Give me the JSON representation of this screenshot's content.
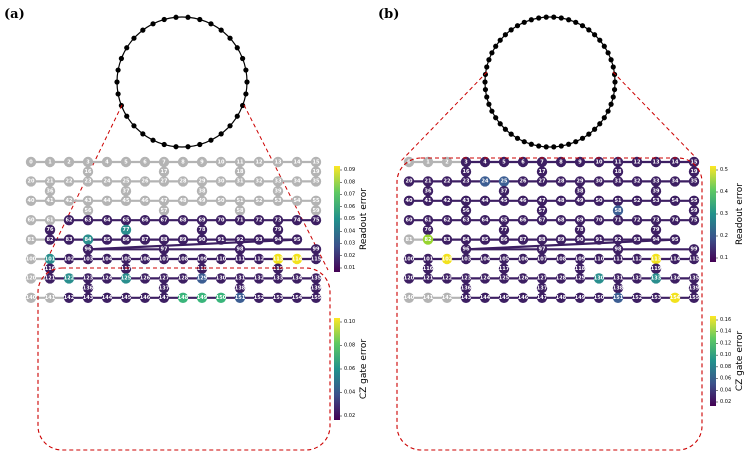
{
  "panels": [
    {
      "label": "(a)",
      "colorbars": [
        {
          "title": "Readout error",
          "ticks": [
            "0.09",
            "0.08",
            "0.07",
            "0.06",
            "0.05",
            "0.04",
            "0.03",
            "0.02",
            "0.01"
          ]
        },
        {
          "title": "CZ gate error",
          "ticks": [
            "0.10",
            "0.08",
            "0.06",
            "0.04",
            "0.02"
          ]
        }
      ]
    },
    {
      "label": "(b)",
      "colorbars": [
        {
          "title": "Readout error",
          "ticks": [
            "0.5",
            "0.4",
            "0.3",
            "0.2",
            "0.1"
          ]
        },
        {
          "title": "CZ gate error",
          "ticks": [
            "0.16",
            "0.14",
            "0.12",
            "0.10",
            "0.08",
            "0.06",
            "0.04",
            "0.02"
          ]
        }
      ]
    }
  ],
  "colors": {
    "inactive": "#b4b4b4",
    "dark": "#3d1f63",
    "teal": "#2a8f8e",
    "blue": "#3c5e93",
    "green": "#3ab57b",
    "yellow": "#f2e21d",
    "lime": "#98d430",
    "dashed_region": "#cc0000"
  }
}
